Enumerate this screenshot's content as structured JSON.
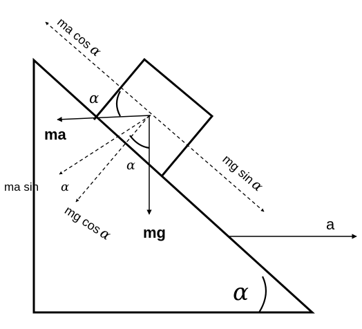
{
  "labels": {
    "ma_cos": "ma cos",
    "ma": "ma",
    "ma_sin": "ma sin",
    "mg_cos": "mg cos",
    "mg": "mg",
    "mg_sin": "mg sin",
    "a": "a",
    "alpha": "α"
  }
}
